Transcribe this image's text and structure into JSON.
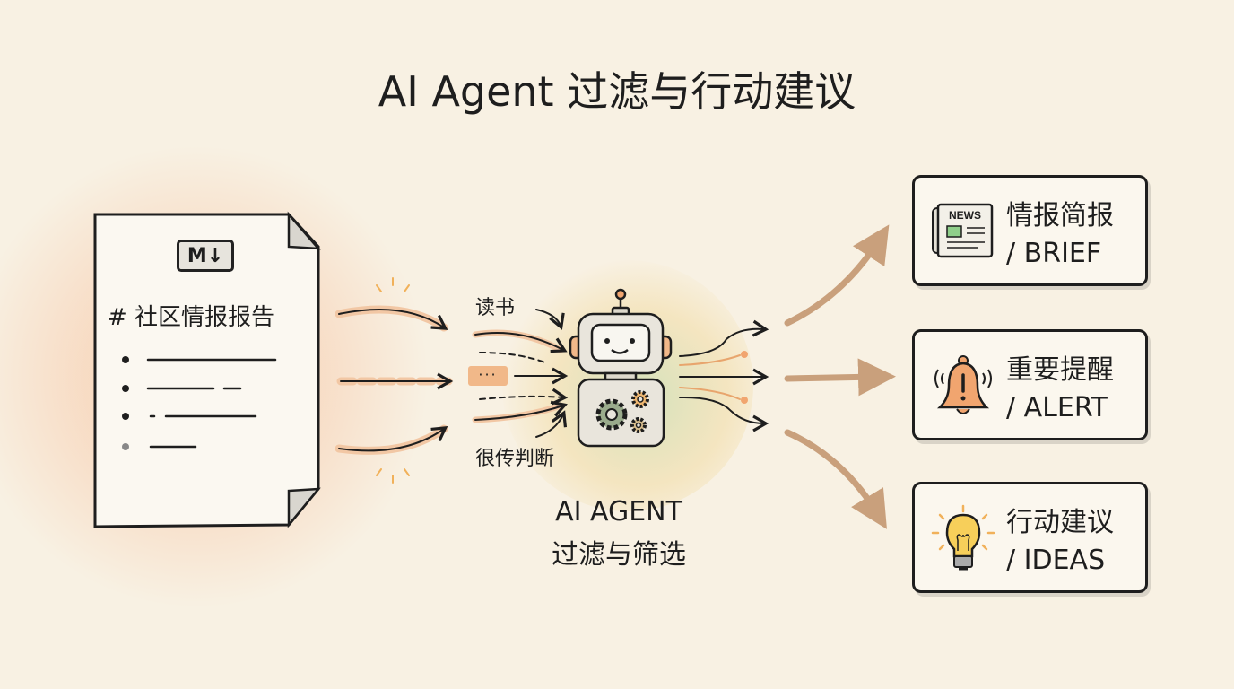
{
  "title": "AI Agent 过滤与行动建议",
  "document": {
    "badge": "M↓",
    "heading": "# 社区情报报告"
  },
  "input_labels": {
    "top": "读书",
    "bottom": "很传判断",
    "dots": "···"
  },
  "agent": {
    "line1": "AI AGENT",
    "line2": "过滤与筛选"
  },
  "outputs": [
    {
      "title": "情报简报",
      "subtitle": "/ BRIEF",
      "icon": "newspaper-icon",
      "icon_text": "NEWS"
    },
    {
      "title": "重要提醒",
      "subtitle": "/ ALERT",
      "icon": "bell-alert-icon"
    },
    {
      "title": "行动建议",
      "subtitle": "/ IDEAS",
      "icon": "lightbulb-icon"
    }
  ],
  "colors": {
    "background": "#f8f1e3",
    "accent_orange": "#f1a56f",
    "arrow_brown": "#c9a07c",
    "gear_green": "#8fa080",
    "bulb_yellow": "#f7cf5a"
  }
}
